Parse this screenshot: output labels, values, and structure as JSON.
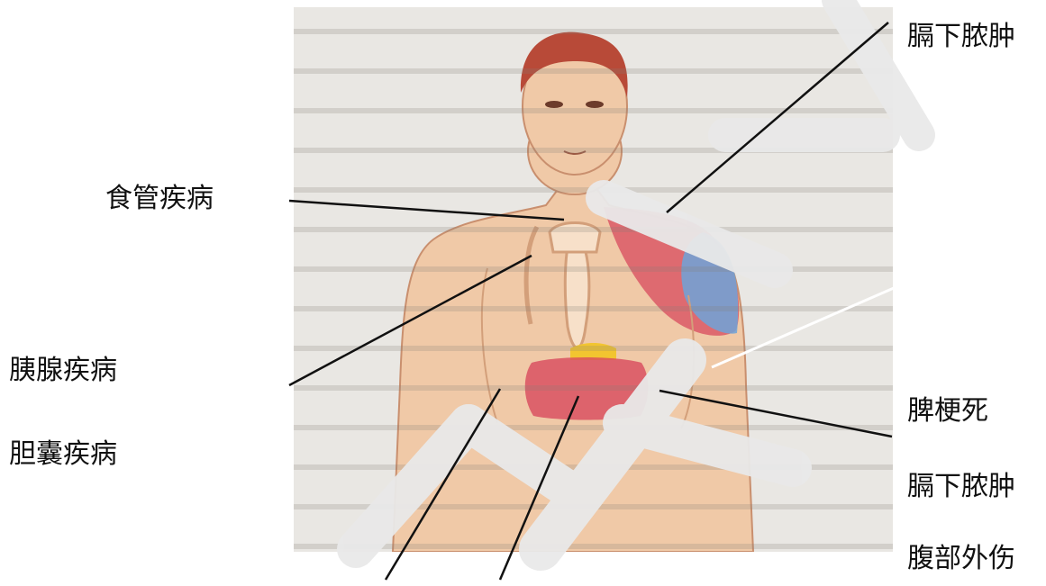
{
  "labels": {
    "esophagus": "食管疾病",
    "pancreas": "胰腺疾病",
    "gallbladder": "胆囊疾病",
    "subphrenic_abscess_top": "膈下脓肿",
    "spleen_infarction": "脾梗死",
    "subphrenic_abscess_bottom": "膈下脓肿",
    "abdominal_trauma": "腹部外伤"
  },
  "colors": {
    "pain_red": "#d84a5e",
    "pain_blue": "#6fa3d8",
    "organ_yellow": "#f2c530",
    "skin": "#f0c9a7",
    "line": "#111111",
    "watermark": "#e9e9e9"
  }
}
